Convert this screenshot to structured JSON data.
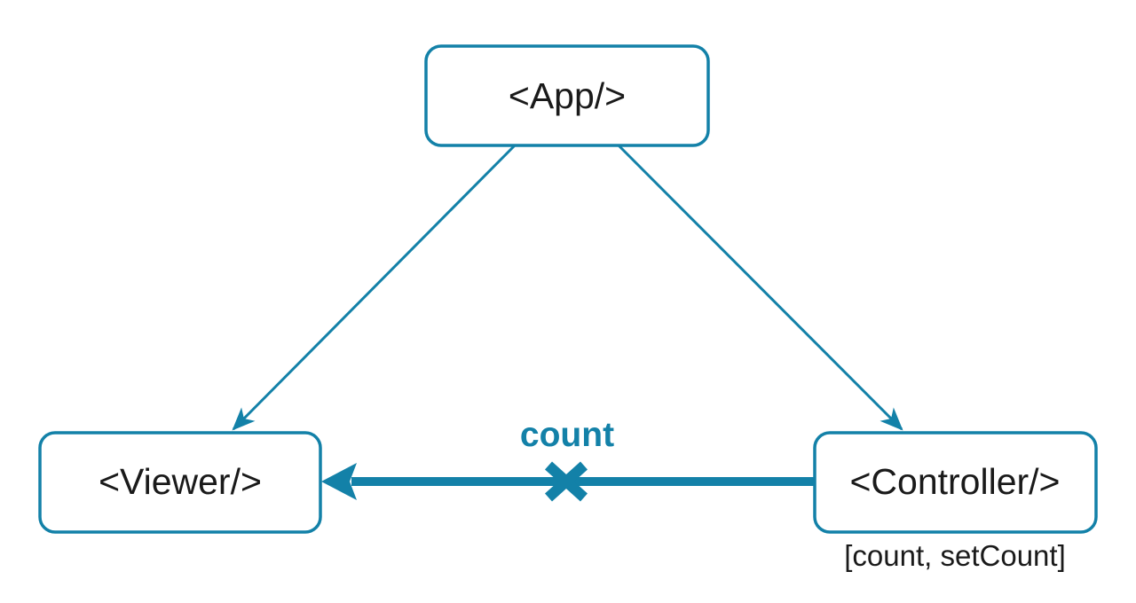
{
  "diagram": {
    "nodes": [
      {
        "id": "app",
        "label": "<App/>"
      },
      {
        "id": "viewer",
        "label": "<Viewer/>"
      },
      {
        "id": "controller",
        "label": "<Controller/>",
        "sublabel": "[count, setCount]"
      }
    ],
    "edges": [
      {
        "from": "app",
        "to": "viewer",
        "style": "thin-arrow"
      },
      {
        "from": "app",
        "to": "controller",
        "style": "thin-arrow"
      },
      {
        "from": "controller",
        "to": "viewer",
        "style": "thick-arrow",
        "blocked": true,
        "label": "count"
      }
    ],
    "colors": {
      "accent": "#1381a8",
      "text": "#1a1a1a",
      "background": "#ffffff"
    }
  }
}
